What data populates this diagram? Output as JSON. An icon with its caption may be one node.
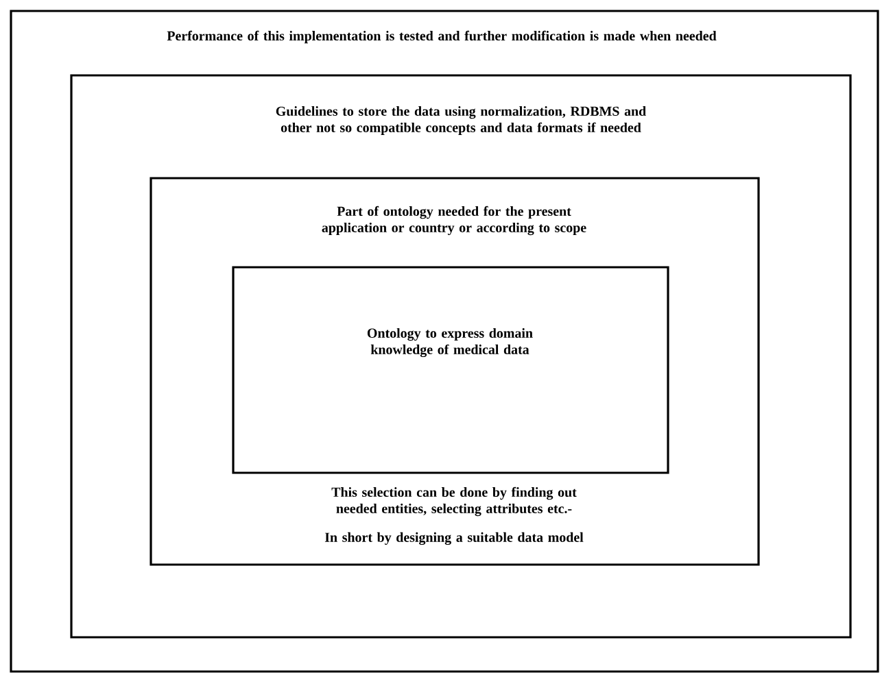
{
  "diagram": {
    "nodes": [
      {
        "text": [
          "Performance of this implementation is tested and further modification is made when needed"
        ]
      },
      {
        "text": [
          "Guidelines to store the data using normalization, RDBMS and other not so compatible concepts and data formats if needed"
        ],
        "in": 0
      },
      {
        "text": [
          "Part of ontology needed for the present application or country or according to scope",
          "This selection can be done by finding out needed entities, selecting attributes etc.-",
          "In short by designing a suitable data model"
        ],
        "in": 1
      },
      {
        "text": [
          "Ontology to express domain knowledge of medical data"
        ],
        "in": 2
      }
    ]
  }
}
